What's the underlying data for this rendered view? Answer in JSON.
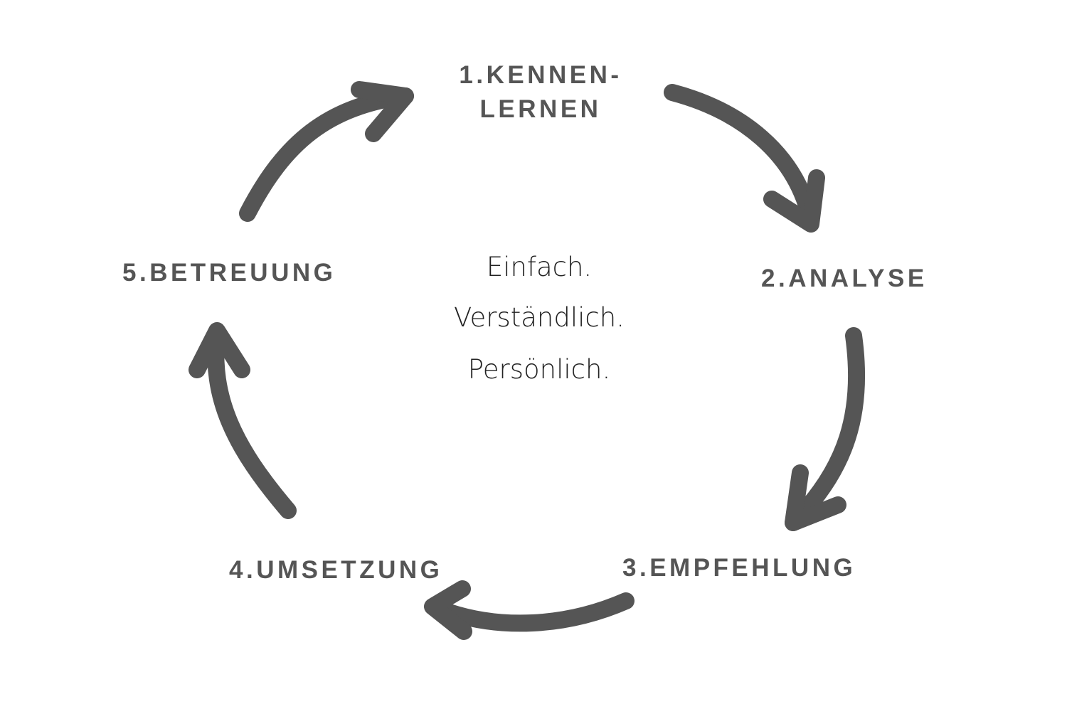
{
  "steps": [
    {
      "line1": "1.KENNEN-",
      "line2": "LERNEN"
    },
    {
      "label": "2.ANALYSE"
    },
    {
      "label": "3.EMPFEHLUNG"
    },
    {
      "label": "4.UMSETZUNG"
    },
    {
      "label": "5.BETREUUNG"
    }
  ],
  "center": [
    "Einfach.",
    "Verständlich.",
    "Persönlich."
  ],
  "colors": {
    "primary": "#555555",
    "center_text": "#222222"
  }
}
